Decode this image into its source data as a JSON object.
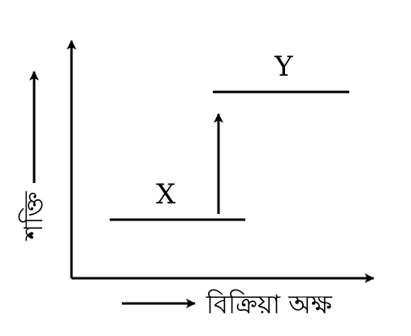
{
  "diagram": {
    "levels": [
      {
        "id": "x",
        "label": "X"
      },
      {
        "id": "y",
        "label": "Y"
      }
    ],
    "y_axis_label": "শক্তি",
    "x_axis_label": "বিক্রিয়া অক্ষ",
    "colors": {
      "ink": "#000000",
      "background": "#ffffff"
    }
  }
}
